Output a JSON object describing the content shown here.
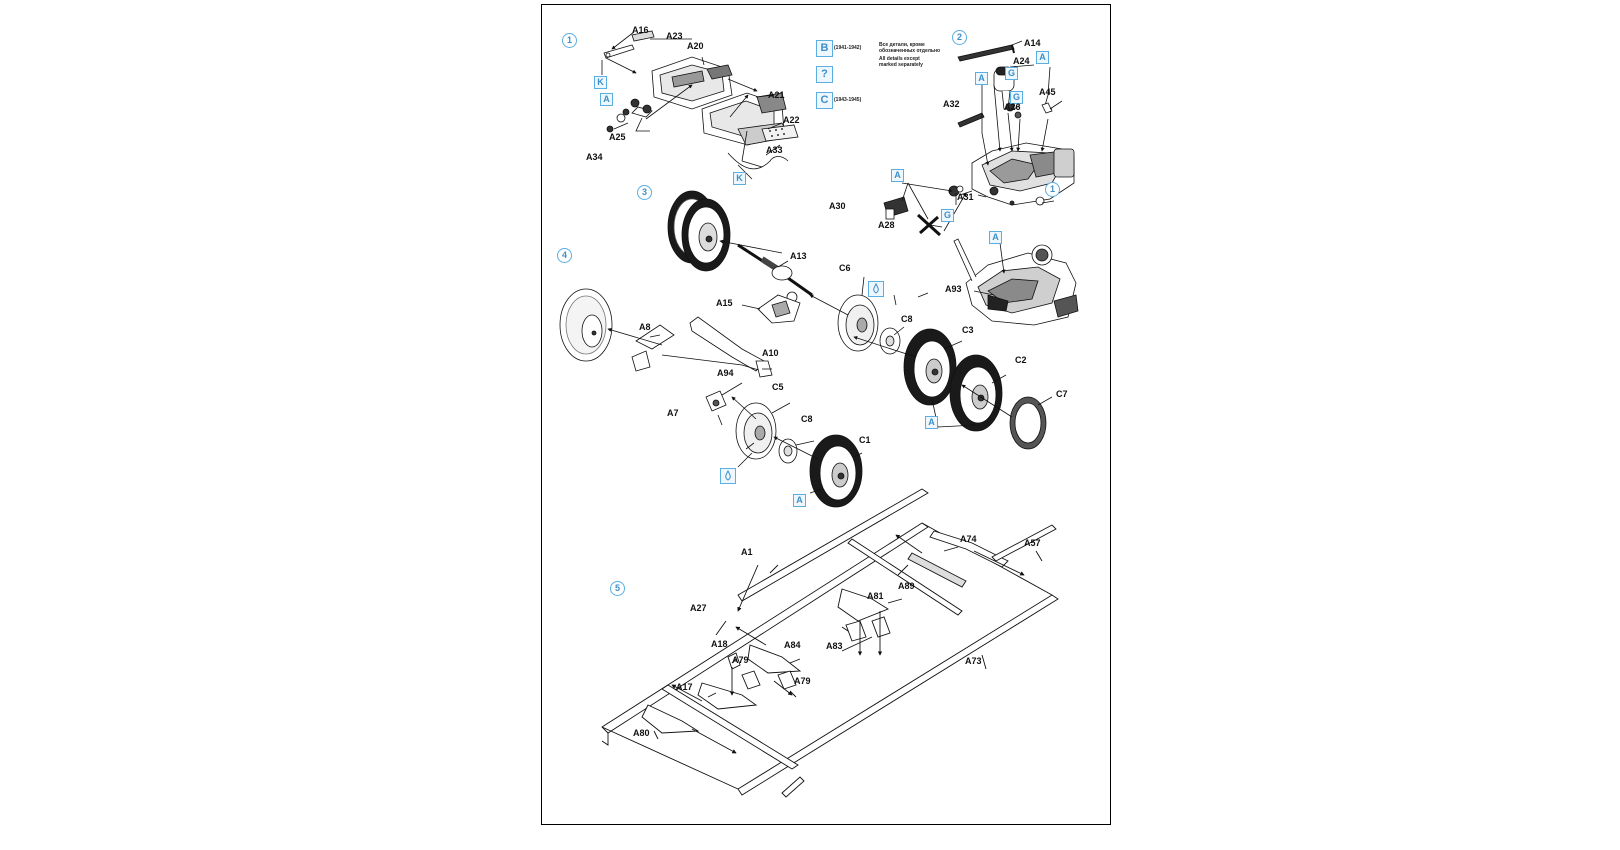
{
  "steps": [
    "1",
    "2",
    "3",
    "4",
    "5",
    "1"
  ],
  "legend": {
    "b_letter": "B",
    "b_years": "(1941-1942)",
    "q_letter": "?",
    "c_letter": "C",
    "c_years": "(1943-1945)",
    "note_ru_1": "Все детали, кроме",
    "note_ru_2": "обозначенных отдельно",
    "note_en_1": "All details except",
    "note_en_2": "marked separately"
  },
  "badges": {
    "k": "K",
    "a": "A",
    "g": "G"
  },
  "parts": {
    "a16": "A16",
    "a23": "A23",
    "a20": "A20",
    "a21": "A21",
    "a22": "A22",
    "a33": "A33",
    "a25": "A25",
    "a34": "A34",
    "a14": "A14",
    "a24": "A24",
    "a26": "A26",
    "a45": "A45",
    "a32": "A32",
    "a31": "A31",
    "a30": "A30",
    "a28": "A28",
    "a93": "A93",
    "a13": "A13",
    "a15": "A15",
    "c6": "C6",
    "c8": "C8",
    "c3": "C3",
    "c2": "C2",
    "c7": "C7",
    "a8": "A8",
    "a10": "A10",
    "a94": "A94",
    "a7": "A7",
    "c5": "C5",
    "c1": "C1",
    "a1": "A1",
    "a74": "A74",
    "a57": "A57",
    "a89": "A89",
    "a81": "A81",
    "a27": "A27",
    "a83": "A83",
    "a18": "A18",
    "a84": "A84",
    "a79": "A79",
    "a17": "A17",
    "a73": "A73",
    "a80": "A80"
  },
  "colors": {
    "ink": "#111111",
    "accent": "#5aaee0",
    "tire": "#1a1a1a"
  }
}
